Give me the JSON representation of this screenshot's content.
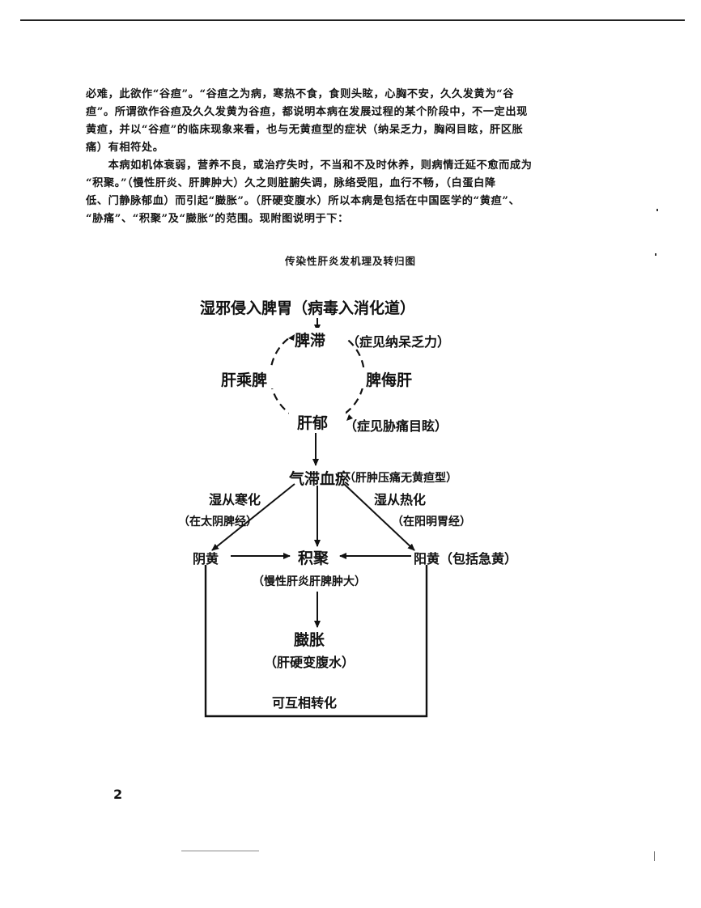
{
  "page": {
    "page_number": "2",
    "paragraphs": [
      {
        "lines": [
          "必难，此欲作“谷疸”。“谷疸之为病，寒热不食，食则头眩，心胸不安，久久发黄为“谷",
          "疸”。所谓欲作谷疸及久久发黄为谷疸，都说明本病在发展过程的某个阶段中，不一定出现",
          "黄疸，并以“谷疸”的临床现象来看，也与无黄疸型的症状（纳呆乏力，胸闷目眩，肝区胀",
          "痛）有相符处。"
        ]
      },
      {
        "lines": [
          "　　本病如机体衰弱，营养不良，或治疗失时，不当和不及时休养，则病情迁延不愈而成为",
          "“积聚。”（慢性肝炎、肝脾肿大）久之则脏腑失调，脉络受阻，血行不畅，（白蛋白降",
          "低、门静脉郁血）而引起“臌胀”。（肝硬变腹水）所以本病是包括在中国医学的“黄疸”、",
          "“胁痛”、“积聚”及“臌胀”的范围。现附图说明于下："
        ]
      }
    ]
  },
  "diagram": {
    "caption": "传染性肝炎发机理及转归图",
    "nodes": {
      "entry": "湿邪侵入脾胃（病毒入消化道）",
      "spleen_stagnation": "脾滞",
      "spleen_stagnation_note": "（症见纳呆乏力）",
      "liver_over_spleen": "肝乘脾",
      "spleen_insult_liver": "脾侮肝",
      "liver_depression": "肝郁",
      "liver_depression_note": "（症见胁痛目眩）",
      "qi_blood_stasis": "气滞血瘀",
      "qi_blood_stasis_note": "（肝肿压痛无黄疸型）",
      "cold_transform": "湿从寒化",
      "cold_transform_note": "（在太阴脾经）",
      "heat_transform": "湿从热化",
      "heat_transform_note": "（在阳明胃经）",
      "yin_jaundice": "阴黄",
      "accumulation": "积聚",
      "accumulation_note": "（慢性肝炎肝脾肿大）",
      "yang_jaundice": "阳黄（包括急黄）",
      "tympanites": "臌胀",
      "tympanites_note": "（肝硬变腹水）",
      "mutual_transform": "可互相转化"
    }
  }
}
